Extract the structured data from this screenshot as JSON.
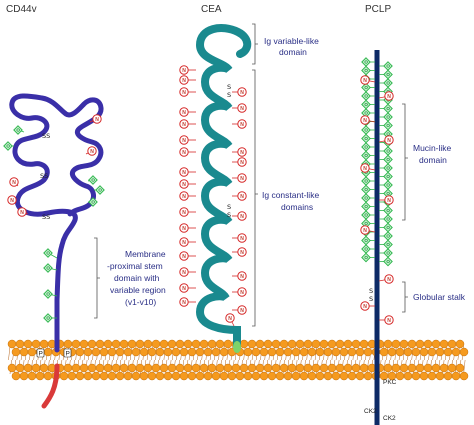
{
  "headers": {
    "cd44v": "CD44v",
    "cea": "CEA",
    "pclp": "PCLP"
  },
  "annotations": {
    "ig_variable": [
      "Ig variable-like",
      "domain"
    ],
    "ig_constant": [
      "Ig constant-like",
      "domains"
    ],
    "mucin": [
      "Mucin-like",
      "domain"
    ],
    "membrane_stem": [
      "Membrane",
      "-proximal stem",
      "domain with",
      "variable region",
      "(v1-v10)"
    ],
    "globular_stalk": "Globular stalk"
  },
  "marks": {
    "disulfide": "SS",
    "disulfide_s": "S",
    "n_glycan": "N",
    "o_glycan": "O",
    "phospho": "P",
    "pkc": "PKC",
    "ck2": "CK2"
  },
  "colors": {
    "cd44_chain": "#3a2fa8",
    "cea_chain": "#1a8a8f",
    "pclp_chain": "#0d2a66",
    "n_glycan": "#d62828",
    "o_glycan": "#2bb34a",
    "o_glycan_fill": "#bff0c8",
    "membrane_head": "#f59a1f",
    "membrane_head_dark": "#c46f0a",
    "cytoplasmic_tail": "#d93a3a",
    "bracket": "#555555"
  }
}
